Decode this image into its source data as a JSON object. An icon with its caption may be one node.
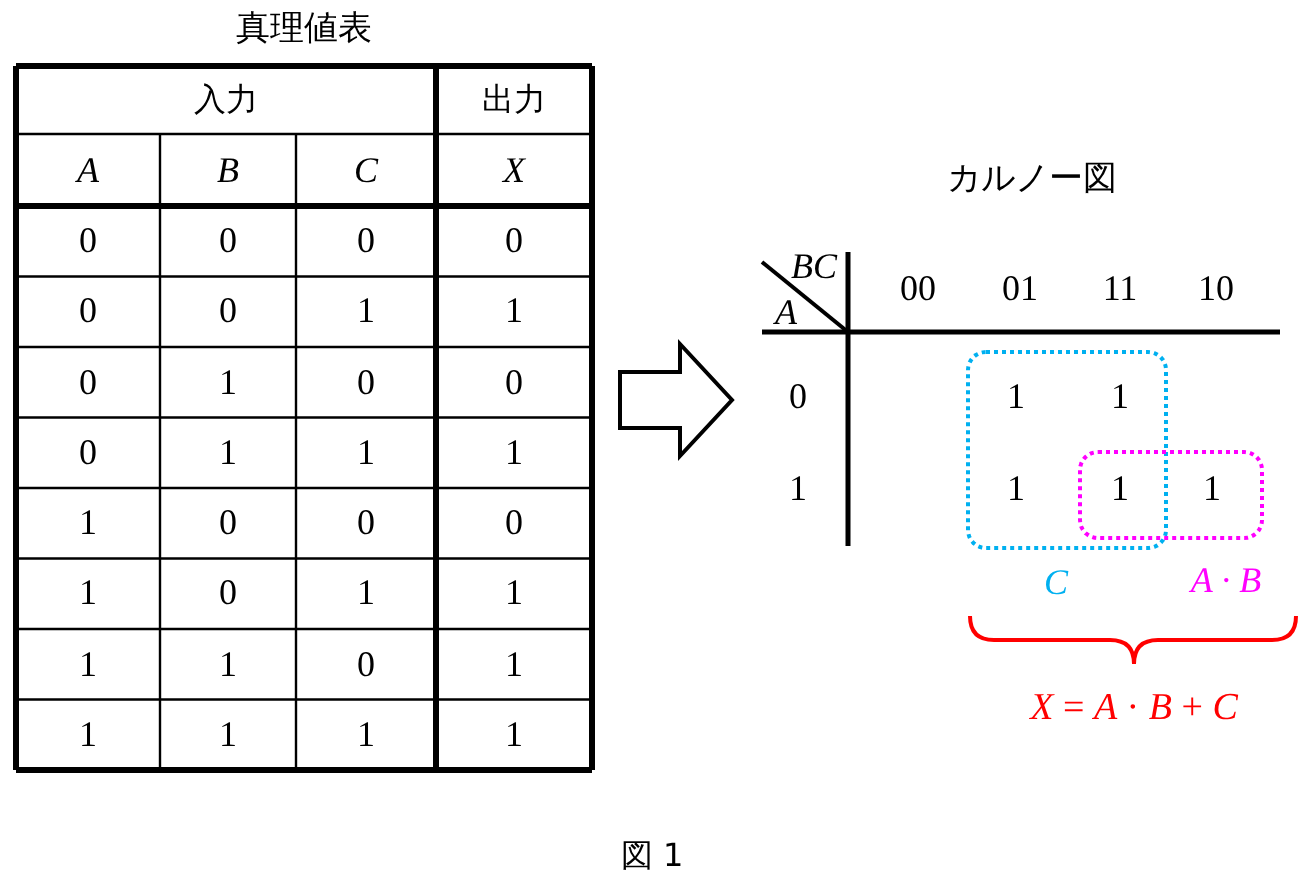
{
  "diagram": {
    "caption": "図 1",
    "nodes": [
      {
        "text": [
          "真理値表"
        ]
      },
      {
        "text": [
          "カルノー図"
        ]
      },
      {
        "text": [],
        "shape": "box",
        "in": 1,
        "beside": [
          "C"
        ]
      },
      {
        "text": [],
        "shape": "box",
        "in": 1,
        "beside": [
          "*A* · *B*"
        ]
      }
    ],
    "edges": [
      {
        "from": 0,
        "to": 1,
        "arrow": "to"
      }
    ],
    "labels": [
      "入力",
      "出力",
      "A",
      "B",
      "C",
      "X",
      "0",
      "0",
      "0",
      "0",
      "0",
      "0",
      "1",
      "1",
      "0",
      "1",
      "0",
      "0",
      "0",
      "1",
      "1",
      "1",
      "1",
      "0",
      "0",
      "0",
      "1",
      "0",
      "1",
      "1",
      "1",
      "1",
      "0",
      "1",
      "1",
      "1",
      "1",
      "1",
      "BC",
      "A",
      "00",
      "01",
      "11",
      "10",
      "0",
      "1",
      "1",
      "1",
      "1",
      "1",
      "1",
      "*X* = *A* · *B* + *C*"
    ]
  }
}
